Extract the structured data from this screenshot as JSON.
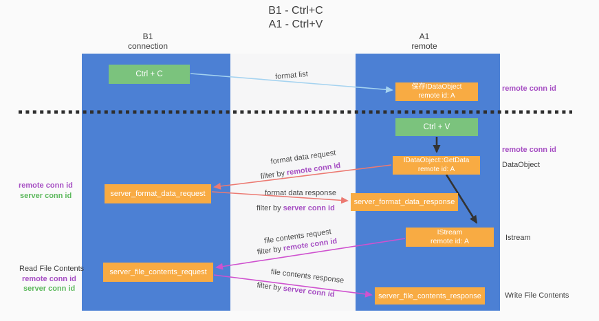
{
  "title": {
    "line1": "B1 - Ctrl+C",
    "line2": "A1 - Ctrl+V"
  },
  "columns": {
    "left": {
      "header_line1": "B1",
      "header_line2": "connection"
    },
    "right": {
      "header_line1": "A1",
      "header_line2": "remote"
    }
  },
  "boxes": {
    "ctrl_c": {
      "label": "Ctrl + C"
    },
    "save_idataobject": {
      "line1": "保存IDataObject",
      "line2": "remote id: A"
    },
    "ctrl_v": {
      "label": "Ctrl + V"
    },
    "getdata": {
      "line1": "IDataObject::GetData",
      "line2": "remote id: A"
    },
    "format_request": {
      "label": "server_format_data_request"
    },
    "format_response": {
      "label": "server_format_data_response"
    },
    "istream": {
      "line1": "IStream",
      "line2": "remote id: A"
    },
    "file_request": {
      "label": "server_file_contents_request"
    },
    "file_response": {
      "label": "server_file_contents_response"
    }
  },
  "side_labels": {
    "remote_conn_id": "remote conn id",
    "server_conn_id": "server conn id",
    "dataobject": "DataObject",
    "istream": "Istream",
    "read_file_contents": "Read File Contents",
    "write_file_contents": "Write File Contents"
  },
  "arrow_labels": {
    "format_list": "format list",
    "format_data_request": "format data request",
    "format_data_response": "format data response",
    "file_contents_request": "file contents request",
    "file_contents_response": "file contents response",
    "filter_by": "filter by",
    "remote_conn_id": "remote conn id",
    "server_conn_id": "server conn id"
  },
  "colors": {
    "column_blue": "#4c80d4",
    "box_orange": "#f8ab43",
    "box_green": "#7bc37d",
    "purple_label": "#a64fc3",
    "green_label": "#5cb85c",
    "salmon_arrow": "#ec7a72",
    "magenta_arrow": "#cf52cf",
    "lightblue_arrow": "#a5d3f0",
    "black_arrow": "#333333",
    "dash_line": "#2e2e2e",
    "text_dark": "#3d3d3d",
    "background": "#fafafa"
  }
}
